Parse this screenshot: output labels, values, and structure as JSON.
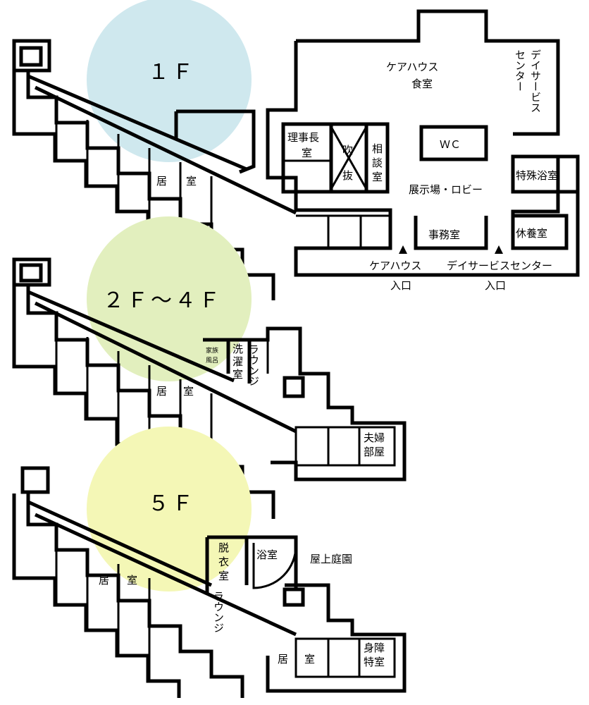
{
  "floors": {
    "f1": {
      "title": "１Ｆ",
      "circle_color": "#cfe8ee",
      "rooms": {
        "resident": [
          "居",
          "室"
        ],
        "care_dining": [
          "ケアハウス",
          "食室"
        ],
        "day_service": [
          "デイサービス",
          "センター"
        ],
        "director": [
          "理事長",
          "室"
        ],
        "atrium": [
          "吹",
          "抜"
        ],
        "consult": [
          "相",
          "談",
          "室"
        ],
        "wc": "ＷＣ",
        "lobby": "展示場・ロビー",
        "special_bath": "特殊浴室",
        "office": "事務室",
        "rest": "休養室"
      },
      "entrances": {
        "care_house": "ケアハウス",
        "day_center": "デイサービスセンター",
        "entry_word": "入口"
      }
    },
    "f2": {
      "title": "２Ｆ～４Ｆ",
      "circle_color": "#e2efbe",
      "rooms": {
        "family_small": [
          "家族",
          "風呂"
        ],
        "laundry": [
          "洗",
          "濯",
          "室"
        ],
        "lounge": "ラウンジ",
        "resident": [
          "居",
          "室"
        ],
        "couple": [
          "夫婦",
          "部屋"
        ]
      }
    },
    "f5": {
      "title": "５Ｆ",
      "circle_color": "#f4f7b6",
      "rooms": {
        "resident_a": [
          "居",
          "室"
        ],
        "dressing": [
          "脱",
          "衣",
          "室"
        ],
        "bath": "浴室",
        "roof_garden": "屋上庭園",
        "lounge": "ラウンジ",
        "resident_b": [
          "居",
          "室"
        ],
        "special": [
          "身障",
          "特室"
        ]
      }
    }
  }
}
